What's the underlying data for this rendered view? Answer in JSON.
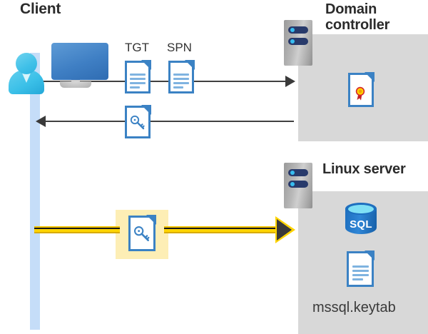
{
  "diagram": {
    "type": "sequence-flow",
    "title_client": "Client",
    "title_domain_controller": "Domain controller",
    "title_linux_server": "Linux server",
    "labels": {
      "tgt": "TGT",
      "spn": "SPN",
      "keytab_file": "mssql.keytab",
      "sql_icon_text": "SQL"
    },
    "icons": {
      "client": "user-workstation-icon",
      "dc_rack": "server-rack-icon",
      "linux_rack": "server-rack-icon",
      "tgt_doc": "document-icon",
      "spn_doc": "document-icon",
      "ticket_doc": "key-document-icon",
      "service_ticket_doc": "key-document-icon",
      "certificate": "certificate-document-icon",
      "database": "sql-database-icon",
      "keytab_doc": "document-icon"
    },
    "flows": [
      {
        "name": "request-tgt-spn",
        "direction": "client-to-domain-controller",
        "style": "black-arrow",
        "payload": "TGT SPN"
      },
      {
        "name": "return-service-ticket",
        "direction": "domain-controller-to-client",
        "style": "black-arrow",
        "payload": "ticket"
      },
      {
        "name": "present-service-ticket",
        "direction": "client-to-linux-server",
        "style": "yellow-highlighted-arrow",
        "payload": "service ticket"
      }
    ],
    "colors": {
      "lifeline": "#c5ddf8",
      "box_grey": "#d8d8d8",
      "highlight_yellow": "#fdeeb5",
      "arrow_yellow": "#ffd400",
      "arrow_black": "#3a3a3a",
      "doc_blue": "#3b82c4",
      "sql_blue": "#1e6fbf",
      "title_text": "#2b2b2b"
    }
  }
}
